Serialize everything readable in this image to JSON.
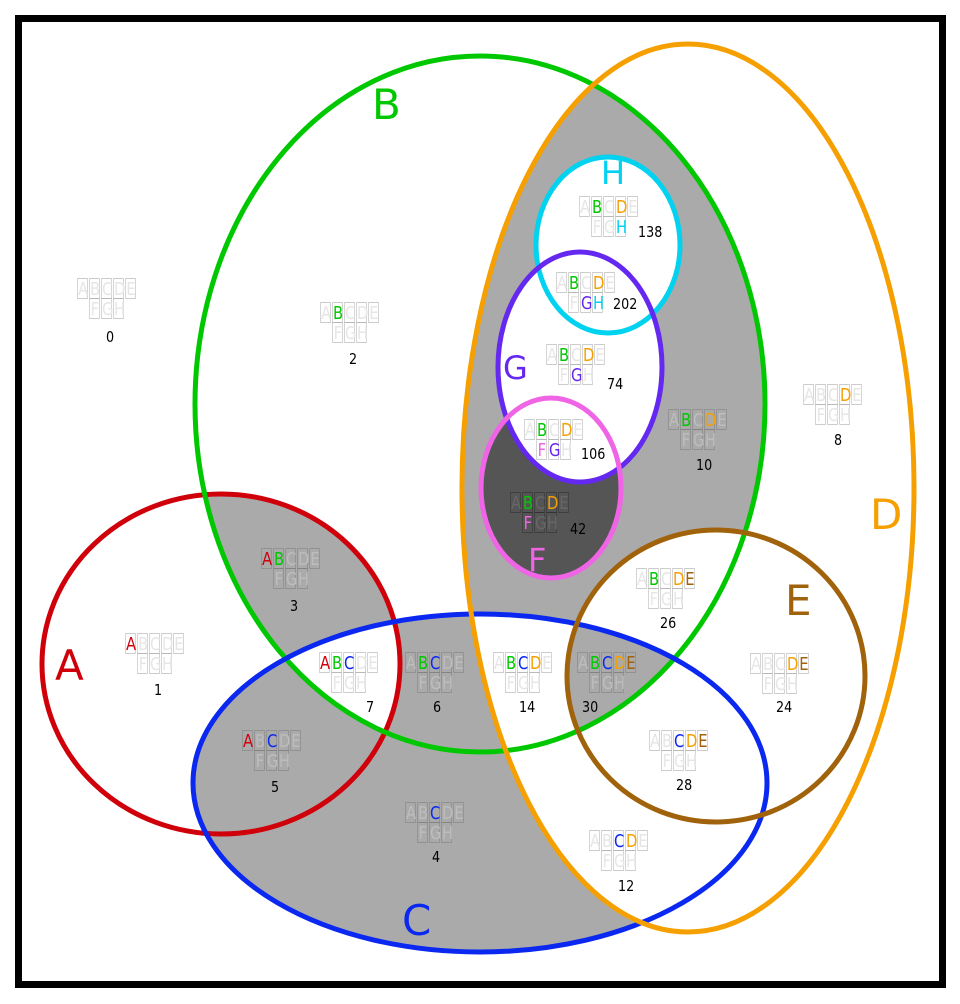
{
  "diagram": {
    "title": "Venn diagram of 8 sets A-H",
    "letters_top": [
      "A",
      "B",
      "C",
      "D",
      "E"
    ],
    "letters_bottom": [
      "F",
      "G",
      "H"
    ],
    "inactive_color": "#e6e6e6",
    "sets": [
      {
        "key": "A",
        "label": "A",
        "color": "#d0000a"
      },
      {
        "key": "B",
        "label": "B",
        "color": "#00c800"
      },
      {
        "key": "C",
        "label": "C",
        "color": "#0a28f0"
      },
      {
        "key": "D",
        "label": "D",
        "color": "#f5a000"
      },
      {
        "key": "E",
        "label": "E",
        "color": "#a0620a"
      },
      {
        "key": "F",
        "label": "F",
        "color": "#f064e6"
      },
      {
        "key": "G",
        "label": "G",
        "color": "#6428f0"
      },
      {
        "key": "H",
        "label": "H",
        "color": "#00d2f0"
      }
    ],
    "regions": [
      {
        "value": "0",
        "members": []
      },
      {
        "value": "1",
        "members": [
          "A"
        ]
      },
      {
        "value": "2",
        "members": [
          "B"
        ]
      },
      {
        "value": "3",
        "members": [
          "A",
          "B"
        ]
      },
      {
        "value": "4",
        "members": [
          "C"
        ]
      },
      {
        "value": "5",
        "members": [
          "A",
          "C"
        ]
      },
      {
        "value": "6",
        "members": [
          "B",
          "C"
        ]
      },
      {
        "value": "7",
        "members": [
          "A",
          "B",
          "C"
        ]
      },
      {
        "value": "8",
        "members": [
          "D"
        ]
      },
      {
        "value": "10",
        "members": [
          "B",
          "D"
        ]
      },
      {
        "value": "12",
        "members": [
          "C",
          "D"
        ]
      },
      {
        "value": "14",
        "members": [
          "B",
          "C",
          "D"
        ]
      },
      {
        "value": "24",
        "members": [
          "D",
          "E"
        ]
      },
      {
        "value": "26",
        "members": [
          "B",
          "D",
          "E"
        ]
      },
      {
        "value": "28",
        "members": [
          "C",
          "D",
          "E"
        ]
      },
      {
        "value": "30",
        "members": [
          "B",
          "C",
          "D",
          "E"
        ]
      },
      {
        "value": "42",
        "members": [
          "B",
          "D",
          "F"
        ]
      },
      {
        "value": "74",
        "members": [
          "B",
          "D",
          "G"
        ]
      },
      {
        "value": "106",
        "members": [
          "B",
          "D",
          "F",
          "G"
        ]
      },
      {
        "value": "138",
        "members": [
          "B",
          "D",
          "H"
        ]
      },
      {
        "value": "202",
        "members": [
          "B",
          "D",
          "G",
          "H"
        ]
      }
    ]
  }
}
